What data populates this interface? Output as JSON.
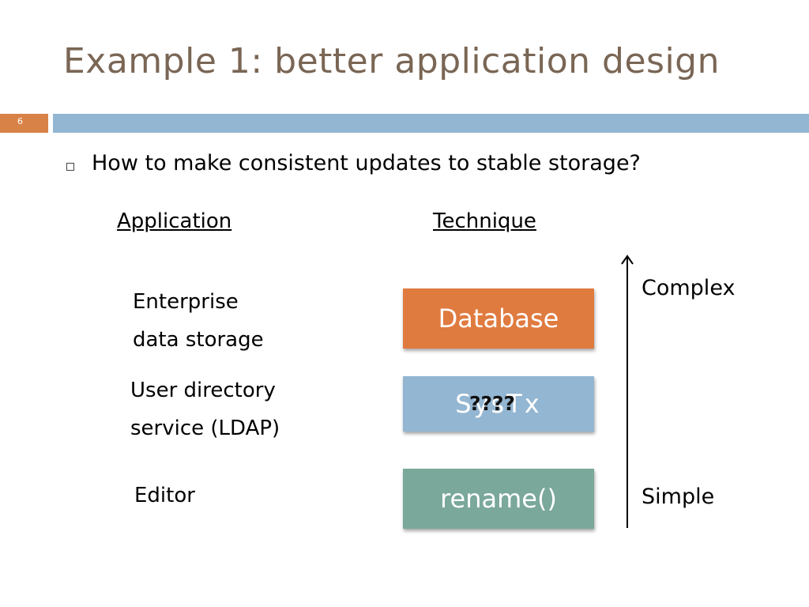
{
  "slide": {
    "title": "Example 1: better application design",
    "number": "6"
  },
  "bullet": {
    "text": "How to make consistent updates to stable storage?"
  },
  "columns": {
    "application": "Application",
    "technique": "Technique"
  },
  "rows": [
    {
      "app_line1": "Enterprise",
      "app_line2": "data storage",
      "technique": "Database",
      "color": "#e07b3f"
    },
    {
      "app_line1": "User directory",
      "app_line2": "service (LDAP)",
      "technique": "SysTx",
      "overlay": "????",
      "color": "#93b6d2"
    },
    {
      "app_line1": "Editor",
      "technique": "rename()",
      "color": "#7aa89a"
    }
  ],
  "scale": {
    "top_label": "Complex",
    "bottom_label": "Simple"
  },
  "colors": {
    "title": "#7a6655",
    "accent_orange": "#d98247",
    "accent_blue": "#93b6d2"
  }
}
